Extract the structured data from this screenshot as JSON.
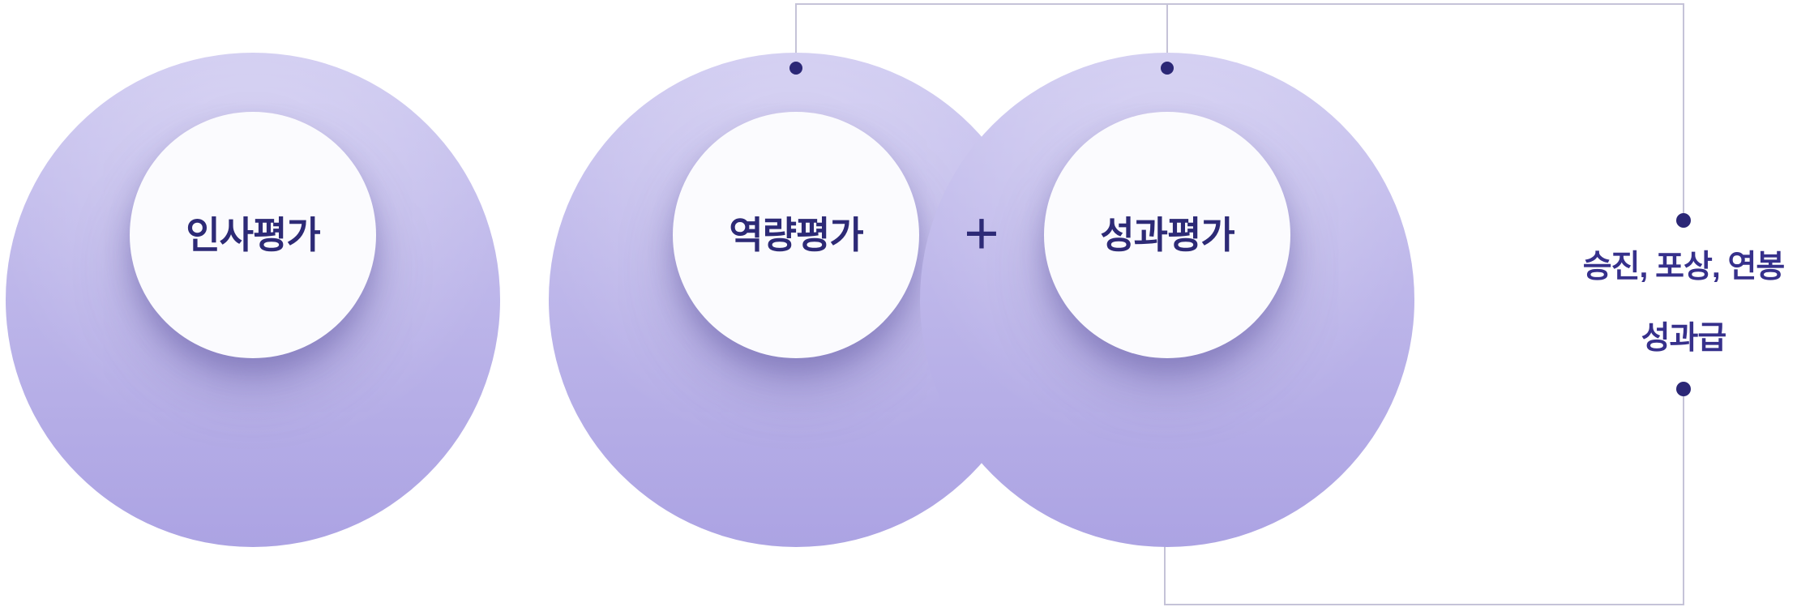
{
  "bubbles": [
    {
      "label": "인사평가"
    },
    {
      "label": "역량평가"
    },
    {
      "label": "성과평가"
    }
  ],
  "plus_sign": "+",
  "outcome": {
    "line1": "승진, 포상, 연봉",
    "line2": "성과급"
  },
  "colors": {
    "background": "#ffffff",
    "bubble_top": "#cdc8f0",
    "bubble_bottom": "#aca3e3",
    "inner_circle": "#fbfbfe",
    "label_text": "#2d2a76",
    "outcome_text": "#36308b",
    "connector_line": "#c5c3d8",
    "connector_dot": "#2b2776"
  }
}
